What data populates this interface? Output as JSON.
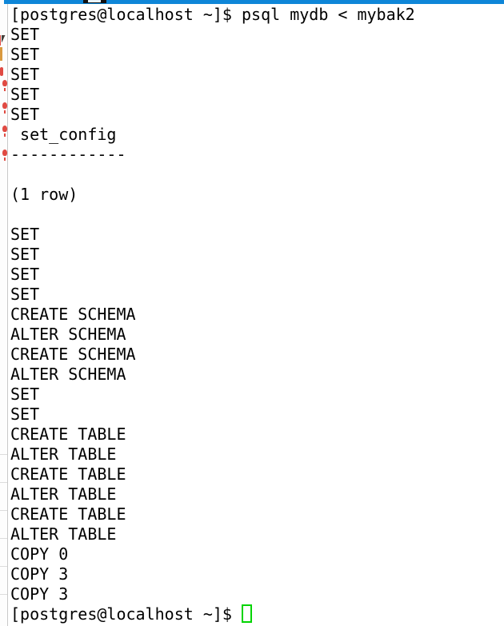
{
  "terminal": {
    "prompt": "[postgres@localhost ~]$",
    "command": "psql mydb < mybak2",
    "result_header": "set_config",
    "row_count_note": "(1 row)",
    "lines": [
      "[postgres@localhost ~]$ psql mydb < mybak2",
      "SET",
      "SET",
      "SET",
      "SET",
      "SET",
      " set_config",
      "------------",
      "",
      "(1 row)",
      "",
      "SET",
      "SET",
      "SET",
      "SET",
      "CREATE SCHEMA",
      "ALTER SCHEMA",
      "CREATE SCHEMA",
      "ALTER SCHEMA",
      "SET",
      "SET",
      "CREATE TABLE",
      "ALTER TABLE",
      "CREATE TABLE",
      "ALTER TABLE",
      "CREATE TABLE",
      "ALTER TABLE",
      "COPY 0",
      "COPY 3",
      "COPY 3"
    ],
    "final_prompt": "[postgres@localhost ~]$"
  },
  "colors": {
    "top-bar-blue": "#0e86d8",
    "cursor-green": "#00d400",
    "terminal-bg": "#ffffff",
    "terminal-text": "#000000",
    "strip-red": "#e04a42",
    "strip-orange": "#d9993f",
    "strip-divider": "#c9c9c9"
  }
}
